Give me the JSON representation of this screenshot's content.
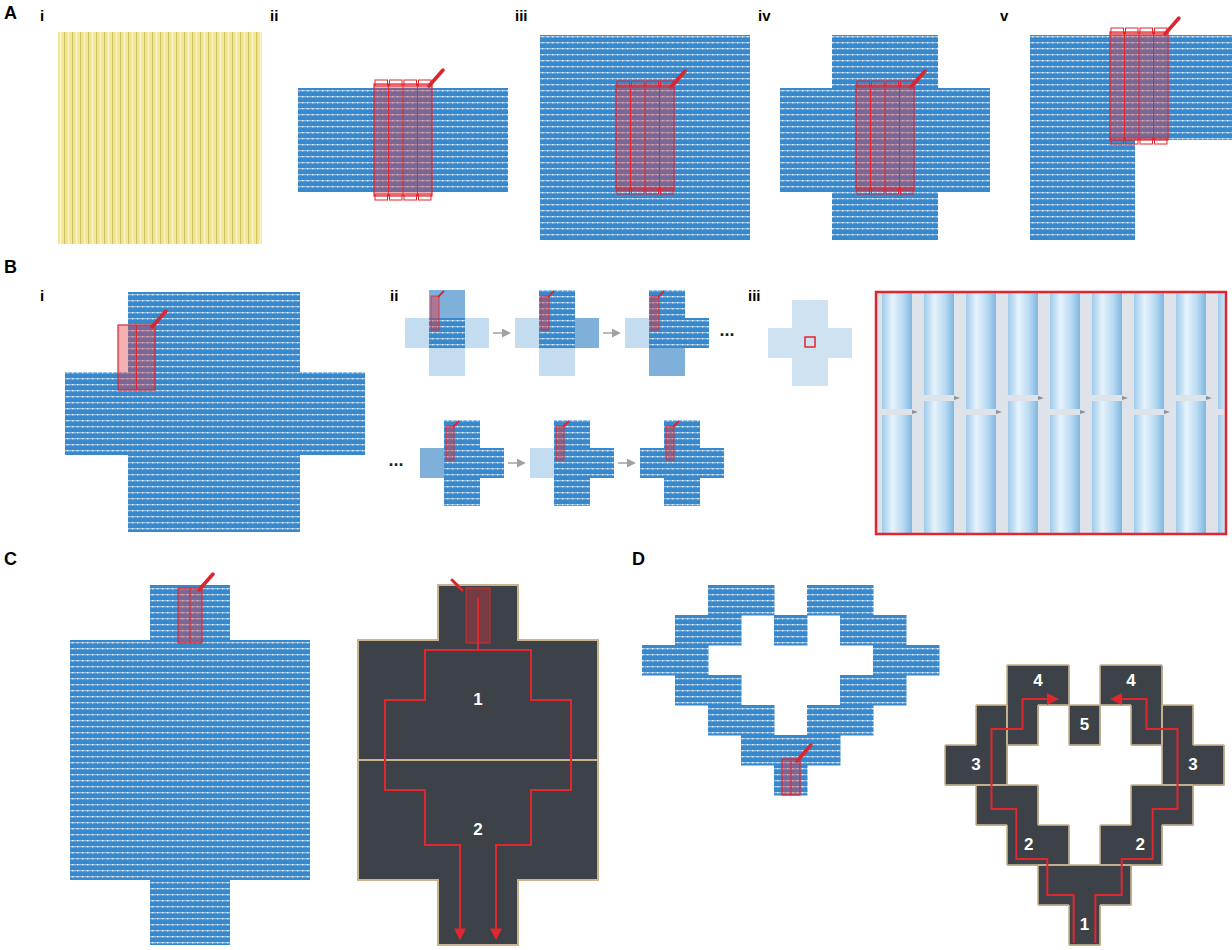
{
  "diagram": {
    "labels": [
      "A",
      "i",
      "ii",
      "iii",
      "iv",
      "v",
      "B",
      "i",
      "ii",
      "iii",
      "...",
      "...",
      "C",
      "1",
      "2",
      "D",
      "4",
      "5",
      "4",
      "3",
      "3",
      "2",
      "2",
      "1"
    ]
  }
}
